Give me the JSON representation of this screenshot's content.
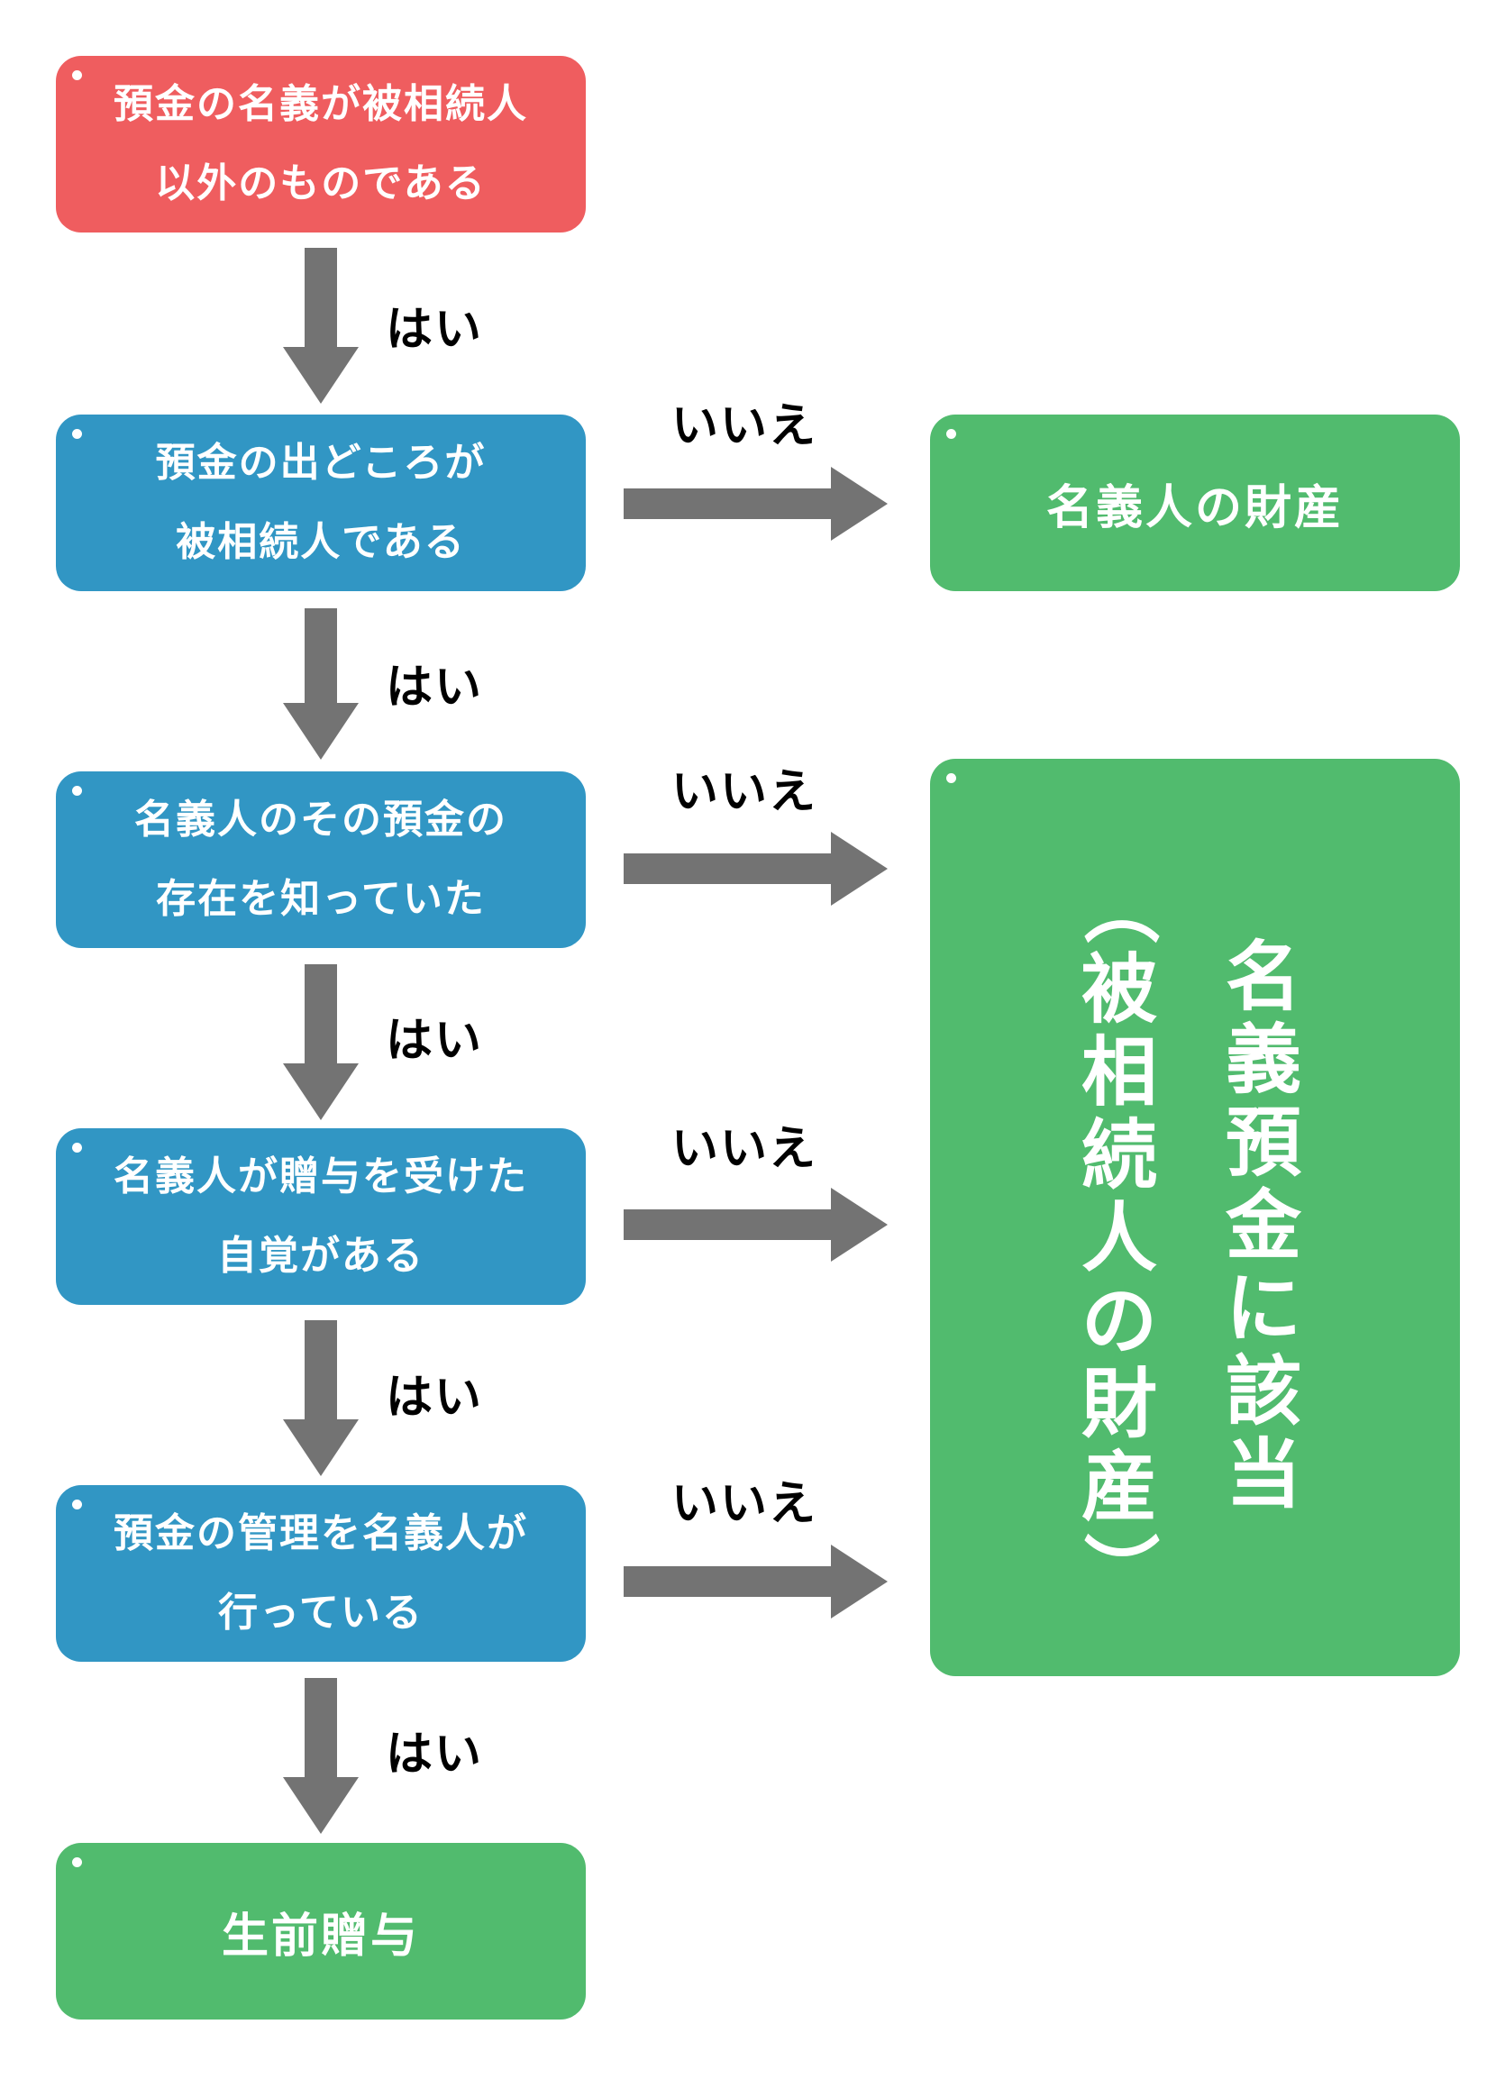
{
  "nodes": {
    "start": {
      "line1": "預金の名義が被相続人",
      "line2": "以外のものである"
    },
    "q1": {
      "line1": "預金の出どころが",
      "line2": "被相続人である"
    },
    "q2": {
      "line1": "名義人のその預金の",
      "line2": "存在を知っていた"
    },
    "q3": {
      "line1": "名義人が贈与を受けた",
      "line2": "自覚がある"
    },
    "q4": {
      "line1": "預金の管理を名義人が",
      "line2": "行っている"
    },
    "result_nominee": {
      "label": "名義人の財産"
    },
    "result_gift": {
      "label": "生前贈与"
    },
    "result_nominal_deposit": {
      "main": [
        "名",
        "義",
        "預",
        "金",
        "に",
        "該",
        "当"
      ],
      "sub": [
        "（",
        "被",
        "相",
        "続",
        "人",
        "の",
        "財",
        "産",
        "）"
      ]
    }
  },
  "edges": {
    "yes_label": "はい",
    "no_label": "いいえ"
  },
  "colors": {
    "start": "#ef5d5f",
    "question": "#3196c4",
    "result": "#51bb6e",
    "arrow": "#737373"
  }
}
